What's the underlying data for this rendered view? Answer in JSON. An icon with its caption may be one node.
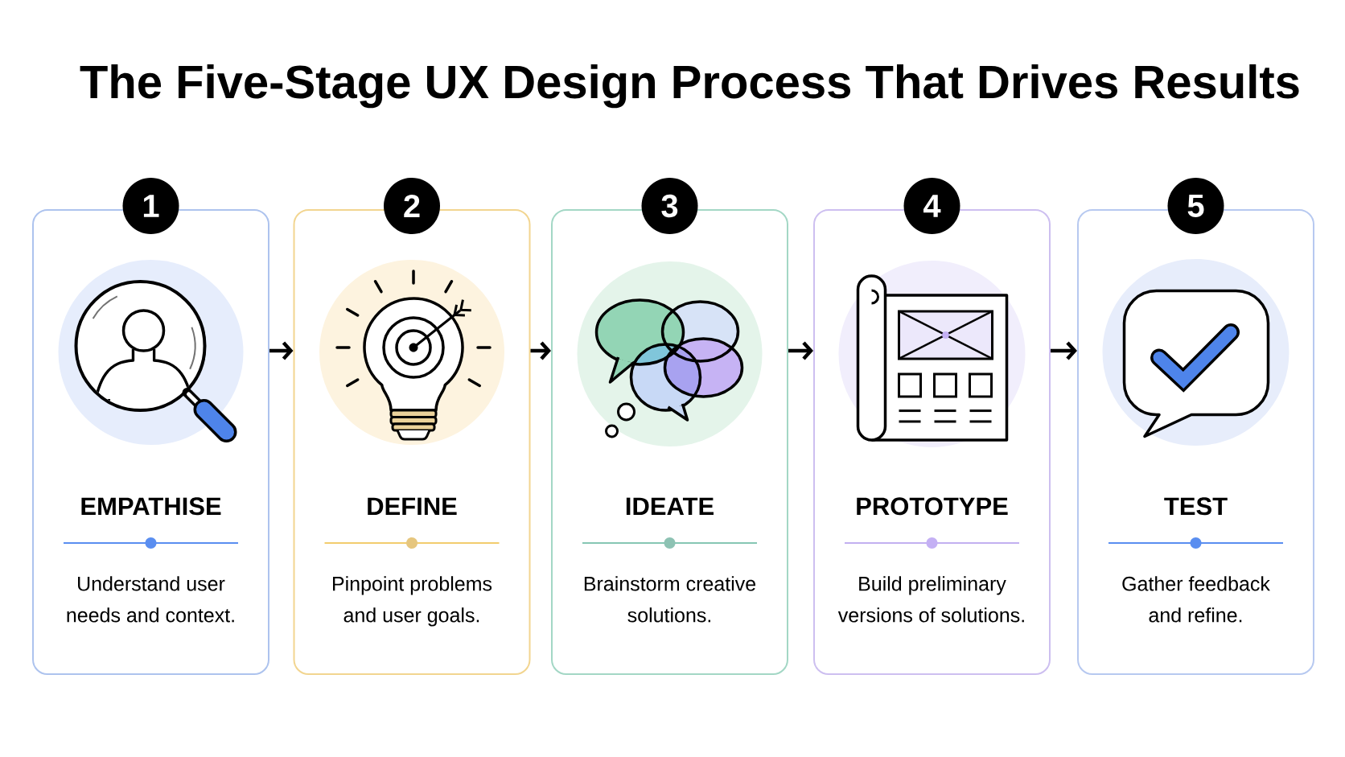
{
  "diagram": {
    "title": "The Five-Stage UX Design Process That Drives Results",
    "nodes": [
      {
        "text": [
          "1"
        ]
      },
      {
        "text": [
          "EMPATHISE",
          "Understand user needs and context."
        ]
      },
      {
        "text": [
          "2"
        ]
      },
      {
        "text": [
          "DEFINE",
          "Pinpoint problems and user goals."
        ]
      },
      {
        "text": [
          "3"
        ]
      },
      {
        "text": [
          "IDEATE",
          "Brainstorm creative solutions."
        ]
      },
      {
        "text": [
          "4"
        ]
      },
      {
        "text": [
          "PROTOTYPE",
          "Build preliminary versions of solutions."
        ]
      },
      {
        "text": [
          "5"
        ]
      },
      {
        "text": [
          "TEST",
          "Gather feedback and refine."
        ]
      }
    ],
    "edges": [
      {
        "from": 1,
        "to": 3,
        "arrow": "to"
      },
      {
        "from": 3,
        "to": 5,
        "arrow": "to"
      },
      {
        "from": 5,
        "to": 7,
        "arrow": "to"
      },
      {
        "from": 7,
        "to": 9,
        "arrow": "to"
      }
    ]
  }
}
